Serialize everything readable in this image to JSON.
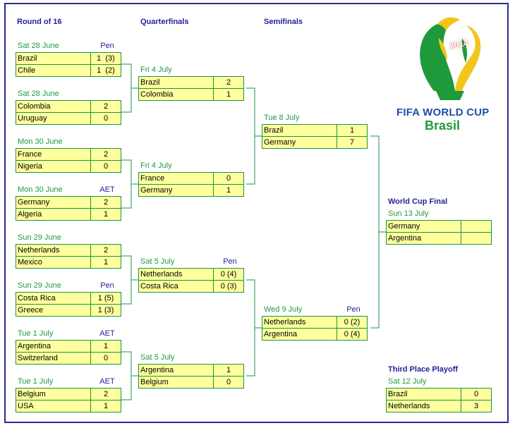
{
  "headers": {
    "r16": "Round of 16",
    "qf": "Quarterfinals",
    "sf": "Semifinals",
    "final": "World Cup Final",
    "third": "Third Place Playoff"
  },
  "logo": {
    "year": "2014",
    "line1": "FIFA WORLD CUP",
    "line2": "Brasil",
    "colors": {
      "green": "#1f9a3a",
      "yellow": "#f2c51a",
      "blue": "#1f4fa8"
    }
  },
  "colors": {
    "cell_fill": "#ffff9e",
    "cell_border": "#1a9640",
    "date_text": "#1f9a3a",
    "header_text": "#1f1f99",
    "frame": "#2a2a9c"
  },
  "matches": {
    "r16_1": {
      "date": "Sat 28 June",
      "note": "Pen",
      "teams": [
        {
          "name": "Brazil",
          "score": "1  (3)"
        },
        {
          "name": "Chile",
          "score": "1  (2)"
        }
      ]
    },
    "r16_2": {
      "date": "Sat 28 June",
      "note": "",
      "teams": [
        {
          "name": "Colombia",
          "score": "2"
        },
        {
          "name": "Uruguay",
          "score": "0"
        }
      ]
    },
    "r16_3": {
      "date": "Mon 30 June",
      "note": "",
      "teams": [
        {
          "name": "France",
          "score": "2"
        },
        {
          "name": "Nigeria",
          "score": "0"
        }
      ]
    },
    "r16_4": {
      "date": "Mon 30 June",
      "note": "AET",
      "teams": [
        {
          "name": "Germany",
          "score": "2"
        },
        {
          "name": "Algeria",
          "score": "1"
        }
      ]
    },
    "r16_5": {
      "date": "Sun 29 June",
      "note": "",
      "teams": [
        {
          "name": "Netherlands",
          "score": "2"
        },
        {
          "name": "Mexico",
          "score": "1"
        }
      ]
    },
    "r16_6": {
      "date": "Sun 29 June",
      "note": "Pen",
      "teams": [
        {
          "name": "Costa Rica",
          "score": "1 (5)"
        },
        {
          "name": "Greece",
          "score": "1 (3)"
        }
      ]
    },
    "r16_7": {
      "date": "Tue 1 July",
      "note": "AET",
      "teams": [
        {
          "name": "Argentina",
          "score": "1"
        },
        {
          "name": "Switzerland",
          "score": "0"
        }
      ]
    },
    "r16_8": {
      "date": "Tue 1 July",
      "note": "AET",
      "teams": [
        {
          "name": "Belgium",
          "score": "2"
        },
        {
          "name": "USA",
          "score": "1"
        }
      ]
    },
    "qf_1": {
      "date": "Fri 4 July",
      "note": "",
      "teams": [
        {
          "name": "Brazil",
          "score": "2"
        },
        {
          "name": "Colombia",
          "score": "1"
        }
      ]
    },
    "qf_2": {
      "date": "Fri 4 July",
      "note": "",
      "teams": [
        {
          "name": "France",
          "score": "0"
        },
        {
          "name": "Germany",
          "score": "1"
        }
      ]
    },
    "qf_3": {
      "date": "Sat 5 July",
      "note": "Pen",
      "teams": [
        {
          "name": "Netherlands",
          "score": "0 (4)"
        },
        {
          "name": "Costa Rica",
          "score": "0 (3)"
        }
      ]
    },
    "qf_4": {
      "date": "Sat 5 July",
      "note": "",
      "teams": [
        {
          "name": "Argentina",
          "score": "1"
        },
        {
          "name": "Belgium",
          "score": "0"
        }
      ]
    },
    "sf_1": {
      "date": "Tue 8 July",
      "note": "",
      "teams": [
        {
          "name": "Brazil",
          "score": "1"
        },
        {
          "name": "Germany",
          "score": "7"
        }
      ]
    },
    "sf_2": {
      "date": "Wed 9 July",
      "note": "Pen",
      "teams": [
        {
          "name": "Netherlands",
          "score": "0 (2)"
        },
        {
          "name": "Argentina",
          "score": "0 (4)"
        }
      ]
    },
    "final": {
      "date": "Sun 13 July",
      "note": "",
      "teams": [
        {
          "name": "Germany",
          "score": ""
        },
        {
          "name": "Argentina",
          "score": ""
        }
      ]
    },
    "third": {
      "date": "Sat 12 July",
      "note": "",
      "teams": [
        {
          "name": "Brazil",
          "score": "0"
        },
        {
          "name": "Netherlands",
          "score": "3"
        }
      ]
    }
  }
}
